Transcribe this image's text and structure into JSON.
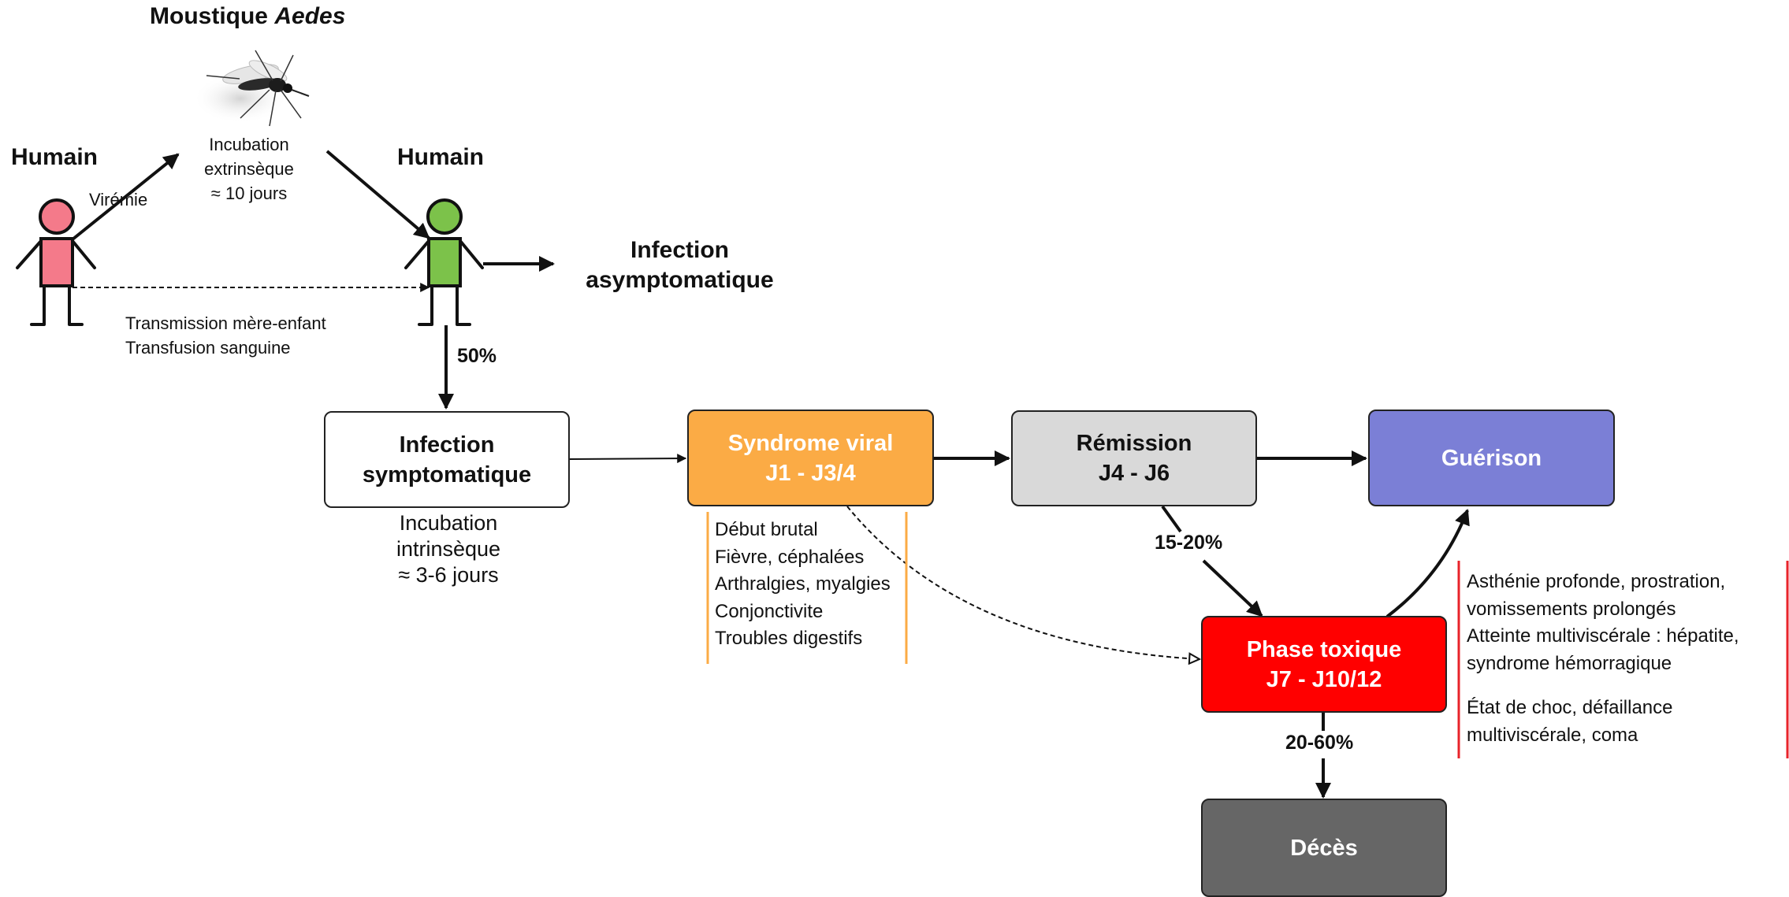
{
  "mosquito": {
    "title_prefix": "Moustique",
    "title_genus": "Aedes",
    "incubation_lines": [
      "Incubation",
      "extrinsèque",
      "≈ 10 jours"
    ]
  },
  "humans": {
    "left_label": "Humain",
    "right_label": "Humain",
    "viremia": "Virémie",
    "transmission_lines": [
      "Transmission mère-enfant",
      "Transfusion sanguine"
    ],
    "left_color": "#f47a8a",
    "right_color": "#7cc24a"
  },
  "asymptomatic": {
    "lines": [
      "Infection",
      "asymptomatique"
    ]
  },
  "percentages": {
    "symptomatic": "50%",
    "toxic": "15-20%",
    "death": "20-60%"
  },
  "boxes": {
    "symptomatic": {
      "lines": [
        "Infection",
        "symptomatique"
      ],
      "color": "#ffffff",
      "text_color": "#111111"
    },
    "viral": {
      "lines": [
        "Syndrome viral",
        "J1 - J3/4"
      ],
      "color": "#fbab45",
      "text_color": "#ffffff"
    },
    "remission": {
      "lines": [
        "Rémission",
        "J4 - J6"
      ],
      "color": "#d9d9d9",
      "text_color": "#111111"
    },
    "healing": {
      "lines": [
        "Guérison"
      ],
      "color": "#7b7fd6",
      "text_color": "#ffffff"
    },
    "toxic": {
      "lines": [
        "Phase toxique",
        "J7 - J10/12"
      ],
      "color": "#ff0000",
      "text_color": "#ffffff"
    },
    "death": {
      "lines": [
        "Décès"
      ],
      "color": "#666666",
      "text_color": "#ffffff"
    }
  },
  "intrinsic_incubation": {
    "lines": [
      "Incubation",
      "intrinsèque",
      "≈ 3-6 jours"
    ]
  },
  "viral_symptoms": [
    "Début brutal",
    "Fièvre, céphalées",
    "Arthralgies, myalgies",
    "Conjonctivite",
    "Troubles digestifs"
  ],
  "toxic_symptoms": {
    "group1": [
      "Asthénie profonde, prostration,",
      "vomissements prolongés",
      "Atteinte multiviscérale : hépatite,",
      "syndrome hémorragique"
    ],
    "group2": [
      "État de choc, défaillance",
      "multiviscérale, coma"
    ]
  },
  "colors": {
    "viral_accent": "#fbab45",
    "toxic_accent": "#e8232a"
  }
}
